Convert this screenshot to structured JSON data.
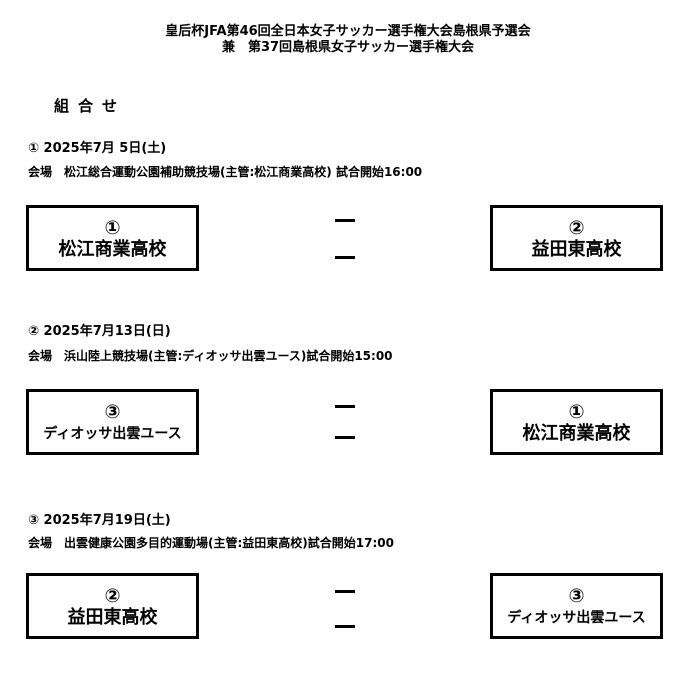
{
  "title_line1": "皇后杯JFA第46回全日本女子サッカー選手権大会島根県予選会",
  "title_line2": "兼　第37回島根県女子サッカー選手権大会",
  "heading": "組合せ",
  "matches": [
    {
      "date": "① 2025年7月 5日(土)",
      "venue": "会場　松江総合運動公園補助競技場(主管:松江商業高校) 試合開始16:00",
      "home": {
        "num": "①",
        "name": "松江商業高校"
      },
      "away": {
        "num": "②",
        "name": "益田東高校"
      },
      "score_separator": "－"
    },
    {
      "date": "② 2025年7月13日(日)",
      "venue": "会場　浜山陸上競技場(主管:ディオッサ出雲ユース)試合開始15:00",
      "home": {
        "num": "③",
        "name": "ディオッサ出雲ユース"
      },
      "away": {
        "num": "①",
        "name": "松江商業高校"
      },
      "score_separator": "－"
    },
    {
      "date": "③ 2025年7月19日(土)",
      "venue": "会場　出雲健康公園多目的運動場(主管:益田東高校)試合開始17:00",
      "home": {
        "num": "②",
        "name": "益田東高校"
      },
      "away": {
        "num": "③",
        "name": "ディオッサ出雲ユース"
      },
      "score_separator": "－"
    }
  ]
}
